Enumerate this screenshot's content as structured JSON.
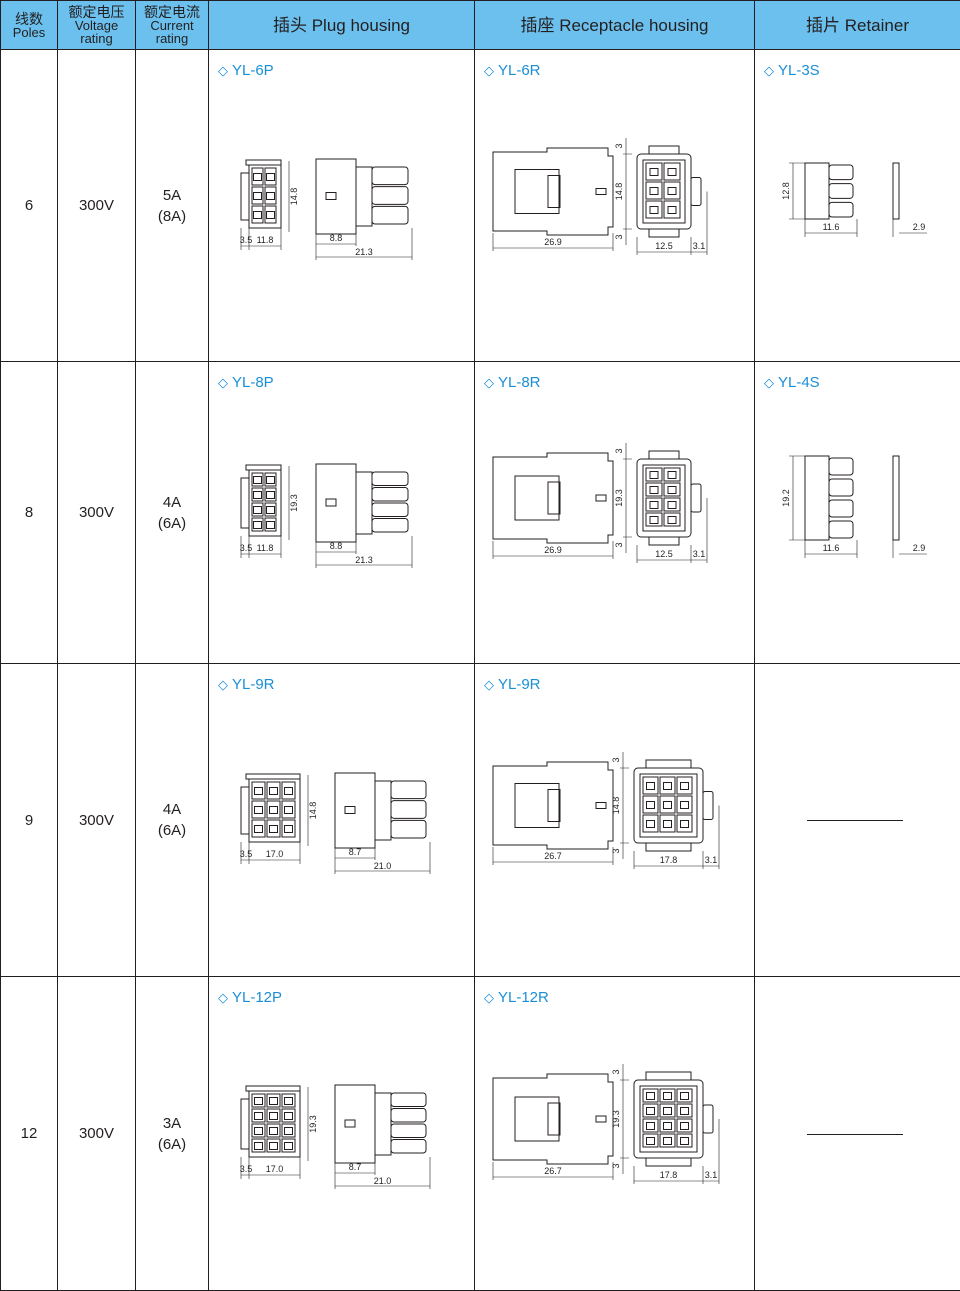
{
  "header": {
    "poles": {
      "zh": "线数",
      "en": "Poles"
    },
    "voltage": {
      "zh": "额定电压",
      "en1": "Voltage",
      "en2": "rating"
    },
    "current": {
      "zh": "额定电流",
      "en1": "Current",
      "en2": "rating"
    },
    "plug": "插头 Plug housing",
    "receptacle": "插座 Receptacle housing",
    "retainer": "插片 Retainer"
  },
  "colors": {
    "header_bg": "#6cc0ee",
    "model_text": "#1a8fd6"
  },
  "rows": [
    {
      "poles": "6",
      "voltage": "300V",
      "current": "5A",
      "current_max": "(8A)",
      "plug": {
        "model": "YL-6P",
        "cols": 2,
        "rows": 3,
        "d_a": "3.5",
        "d_w": "11.8",
        "d_h": "14.8",
        "d_s": "8.8",
        "d_l": "21.3"
      },
      "receptacle": {
        "model": "YL-6R",
        "cols": 2,
        "rows": 3,
        "d_l": "26.9",
        "d_t": "3",
        "d_h": "14.8",
        "d_b": "3",
        "d_w": "12.5",
        "d_e": "3.1"
      },
      "retainer": {
        "model": "YL-3S",
        "n": 3,
        "d_h": "12.8",
        "d_w": "11.6",
        "d_t": "2.9"
      }
    },
    {
      "poles": "8",
      "voltage": "300V",
      "current": "4A",
      "current_max": "(6A)",
      "plug": {
        "model": "YL-8P",
        "cols": 2,
        "rows": 4,
        "d_a": "3.5",
        "d_w": "11.8",
        "d_h": "19.3",
        "d_s": "8.8",
        "d_l": "21.3"
      },
      "receptacle": {
        "model": "YL-8R",
        "cols": 2,
        "rows": 4,
        "d_l": "26.9",
        "d_t": "3",
        "d_h": "19.3",
        "d_b": "3",
        "d_w": "12.5",
        "d_e": "3.1"
      },
      "retainer": {
        "model": "YL-4S",
        "n": 4,
        "d_h": "19.2",
        "d_w": "11.6",
        "d_t": "2.9"
      }
    },
    {
      "poles": "9",
      "voltage": "300V",
      "current": "4A",
      "current_max": "(6A)",
      "plug": {
        "model": "YL-9R",
        "cols": 3,
        "rows": 3,
        "d_a": "3.5",
        "d_w": "17.0",
        "d_h": "14.8",
        "d_s": "8.7",
        "d_l": "21.0"
      },
      "receptacle": {
        "model": "YL-9R",
        "cols": 3,
        "rows": 3,
        "d_l": "26.7",
        "d_t": "3",
        "d_h": "14.8",
        "d_b": "3",
        "d_w": "17.8",
        "d_e": "3.1"
      },
      "retainer": null
    },
    {
      "poles": "12",
      "voltage": "300V",
      "current": "3A",
      "current_max": "(6A)",
      "plug": {
        "model": "YL-12P",
        "cols": 3,
        "rows": 4,
        "d_a": "3.5",
        "d_w": "17.0",
        "d_h": "19.3",
        "d_s": "8.7",
        "d_l": "21.0"
      },
      "receptacle": {
        "model": "YL-12R",
        "cols": 3,
        "rows": 4,
        "d_l": "26.7",
        "d_t": "3",
        "d_h": "19.3",
        "d_b": "3",
        "d_w": "17.8",
        "d_e": "3.1"
      },
      "retainer": null
    }
  ]
}
